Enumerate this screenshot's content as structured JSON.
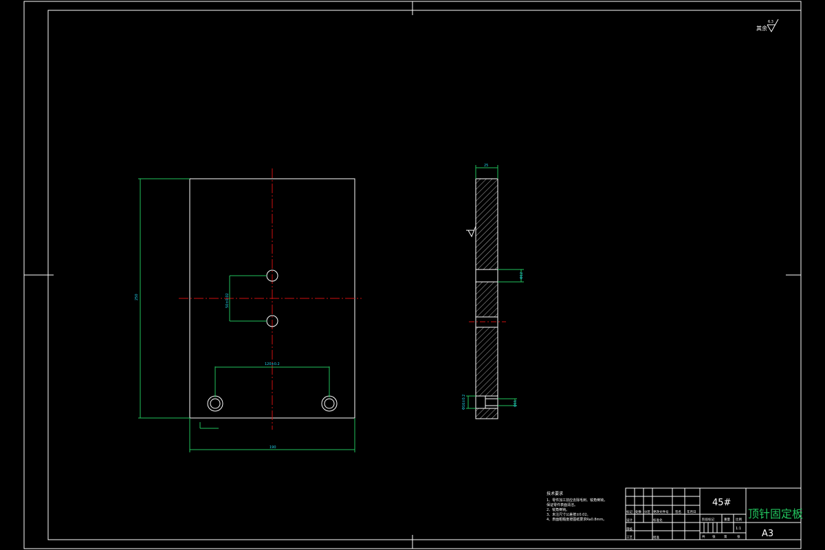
{
  "drawing": {
    "title_block": {
      "material": "45#",
      "part_name": "顶针固定板",
      "sheet_size": "A3",
      "scale": "1:1",
      "labels": {
        "mark": "标记",
        "count": "处数",
        "zone": "分区",
        "change_doc": "更改文件号",
        "sign": "签名",
        "date": "年月日",
        "design": "设计",
        "standardize": "标准化",
        "stage_mark": "阶段标记",
        "weight": "重量",
        "ratio": "比例",
        "review": "审核",
        "process": "工艺",
        "approve": "批准",
        "total": "共",
        "sheets": "张",
        "sheet_no": "第",
        "sheet_unit": "张"
      }
    },
    "tech_requirements": {
      "heading": "技术要求",
      "lines": [
        "1、零件加工前应去除毛刺、锐角倒钝，",
        "   保证零件表面清洁。",
        "2、锐角倒钝。",
        "3、未注尺寸公差按±0.02。",
        "4、表面粗糙度按图纸要求Ra0.8mm。"
      ]
    },
    "roughness_note": {
      "text": "其余",
      "value": "6.3"
    },
    "front_view": {
      "dim_height": "250",
      "dim_width": "190",
      "dim_hole_pitch_v": "50±0.02",
      "dim_hole_pitch_h": "120±0.2"
    },
    "side_view": {
      "dim_thickness": "25",
      "dim_hole_mid": "Φ12",
      "dim_hole_bottom": "Φ11",
      "dim_counterbore": "Φ16±0.2"
    }
  }
}
